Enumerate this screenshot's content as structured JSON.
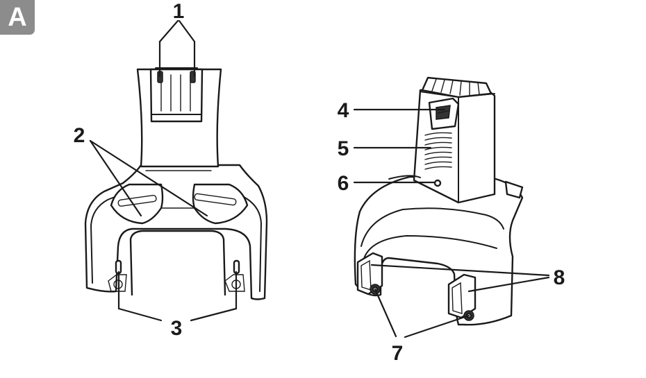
{
  "figure": {
    "panel_label": "A",
    "callouts": {
      "c1": "1",
      "c2": "2",
      "c3": "3",
      "c4": "4",
      "c5": "5",
      "c6": "6",
      "c7": "7",
      "c8": "8"
    }
  },
  "colors": {
    "badge": "#8c8c8c",
    "line": "#1a1a1a",
    "background": "#ffffff"
  }
}
